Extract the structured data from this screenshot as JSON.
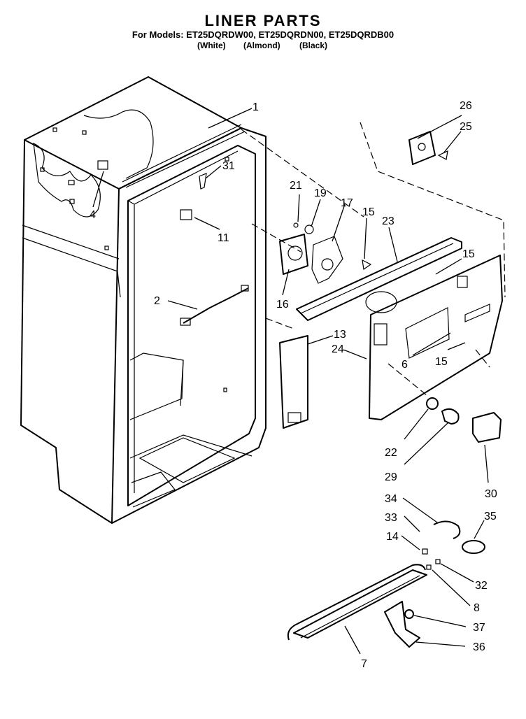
{
  "header": {
    "title": "LINER PARTS",
    "models_line": "For Models: ET25DQRDW00, ET25DQRDN00, ET25DQRDB00",
    "variant_white": "(White)",
    "variant_almond": "(Almond)",
    "variant_black": "(Black)"
  },
  "callouts": {
    "c1": "1",
    "c2": "2",
    "c4": "4",
    "c6": "6",
    "c7": "7",
    "c8": "8",
    "c11": "11",
    "c13": "13",
    "c14": "14",
    "c15a": "15",
    "c15b": "15",
    "c15c": "15",
    "c16": "16",
    "c17": "17",
    "c19": "19",
    "c21": "21",
    "c22": "22",
    "c23": "23",
    "c24": "24",
    "c25": "25",
    "c26": "26",
    "c29": "29",
    "c30": "30",
    "c31": "31",
    "c32": "32",
    "c33": "33",
    "c34": "34",
    "c35": "35",
    "c36": "36",
    "c37": "37"
  }
}
